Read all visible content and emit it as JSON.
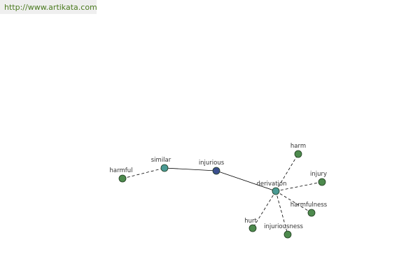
{
  "header": {
    "url": "http://www.artikata.com"
  },
  "colors": {
    "url_text": "#4a7a1e",
    "word_node": "#4d8a4d",
    "relation_node": "#4a9a94",
    "center_node": "#3b4f8f",
    "edge": "#000000"
  },
  "graph": {
    "nodes": [
      {
        "id": "harmful",
        "label": "harmful",
        "kind": "word"
      },
      {
        "id": "similar",
        "label": "similar",
        "kind": "relation"
      },
      {
        "id": "injurious",
        "label": "injurious",
        "kind": "center"
      },
      {
        "id": "derivation",
        "label": "derivation",
        "kind": "relation"
      },
      {
        "id": "harm",
        "label": "harm",
        "kind": "word"
      },
      {
        "id": "injury",
        "label": "injury",
        "kind": "word"
      },
      {
        "id": "harmfulness",
        "label": "harmfulness",
        "kind": "word"
      },
      {
        "id": "injuriousness",
        "label": "injuriousness",
        "kind": "word"
      },
      {
        "id": "hurt",
        "label": "hurt",
        "kind": "word"
      }
    ],
    "edges": [
      {
        "from": "harmful",
        "to": "similar",
        "style": "dashed"
      },
      {
        "from": "similar",
        "to": "injurious",
        "style": "solid"
      },
      {
        "from": "injurious",
        "to": "derivation",
        "style": "solid"
      },
      {
        "from": "derivation",
        "to": "harm",
        "style": "dashed"
      },
      {
        "from": "derivation",
        "to": "injury",
        "style": "dashed"
      },
      {
        "from": "derivation",
        "to": "harmfulness",
        "style": "dashed"
      },
      {
        "from": "derivation",
        "to": "injuriousness",
        "style": "dashed"
      },
      {
        "from": "derivation",
        "to": "hurt",
        "style": "dashed"
      }
    ]
  }
}
